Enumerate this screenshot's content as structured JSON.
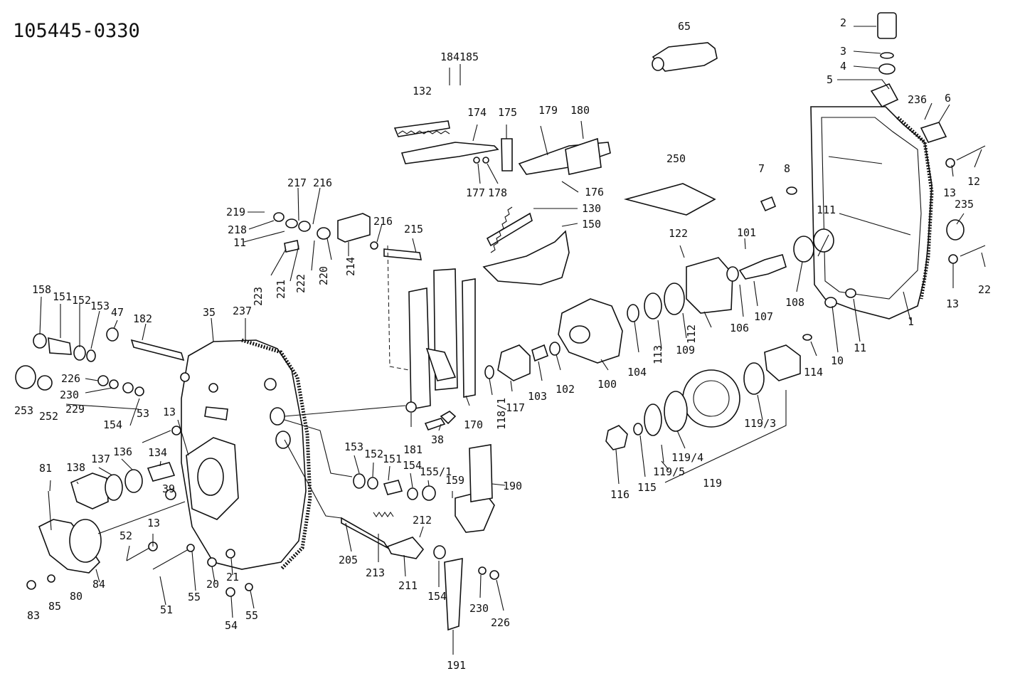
{
  "title": "105445-0330",
  "labels": [
    "2",
    "3",
    "4",
    "5",
    "6",
    "65",
    "236",
    "7",
    "8",
    "12",
    "13",
    "22",
    "13",
    "235",
    "111",
    "101",
    "107",
    "108",
    "106",
    "112",
    "109",
    "113",
    "104",
    "100",
    "102",
    "103",
    "117",
    "118/1",
    "170",
    "181",
    "38",
    "122",
    "250",
    "130",
    "150",
    "132",
    "174",
    "175",
    "179",
    "180",
    "176",
    "177",
    "178",
    "184",
    "185",
    "216",
    "217",
    "219",
    "218",
    "11",
    "215",
    "216",
    "214",
    "220",
    "222",
    "221",
    "223",
    "158",
    "151",
    "152",
    "153",
    "47",
    "182",
    "35",
    "237",
    "226",
    "230",
    "229",
    "154",
    "253",
    "252",
    "53",
    "13",
    "138",
    "137",
    "136",
    "134",
    "81",
    "39",
    "13",
    "52",
    "84",
    "80",
    "83",
    "85",
    "51",
    "55",
    "20",
    "21",
    "54",
    "55",
    "153",
    "152",
    "151",
    "154",
    "155/1",
    "159",
    "190",
    "205",
    "213",
    "212",
    "211",
    "154",
    "230",
    "226",
    "191",
    "116",
    "115",
    "119/5",
    "119/4",
    "119",
    "119/3",
    "114",
    "10",
    "11",
    "1"
  ]
}
